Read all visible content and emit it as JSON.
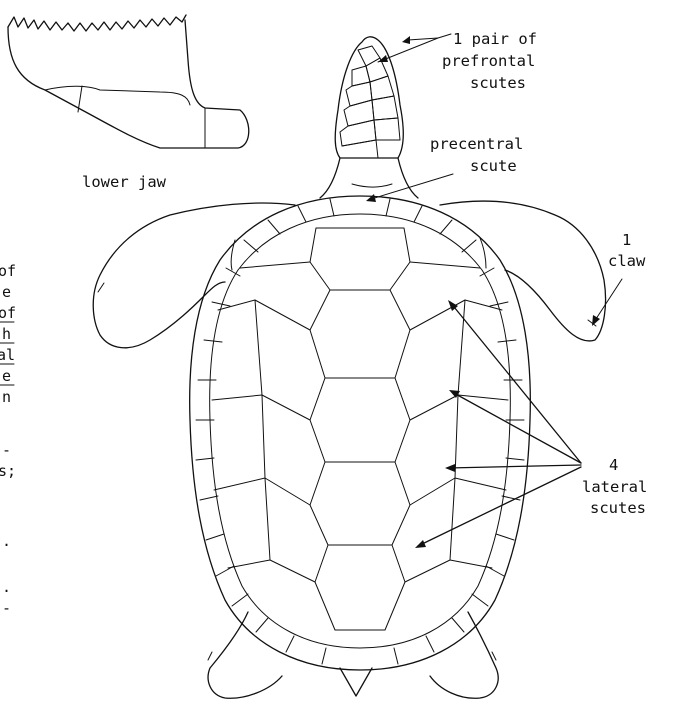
{
  "labels": {
    "prefrontal_line1": "1 pair of",
    "prefrontal_line2": "prefrontal",
    "prefrontal_line3": "scutes",
    "precentral_line1": "precentral",
    "precentral_line2": "scute",
    "lower_jaw": "lower jaw",
    "claw_line1": "1",
    "claw_line2": "claw",
    "lateral_line1": "4",
    "lateral_line2": "lateral",
    "lateral_line3": "scutes"
  },
  "margin_text": [
    "of",
    "e",
    "of",
    "h",
    "al",
    "e",
    "n",
    "-",
    "s;",
    ".",
    ".",
    "-"
  ]
}
